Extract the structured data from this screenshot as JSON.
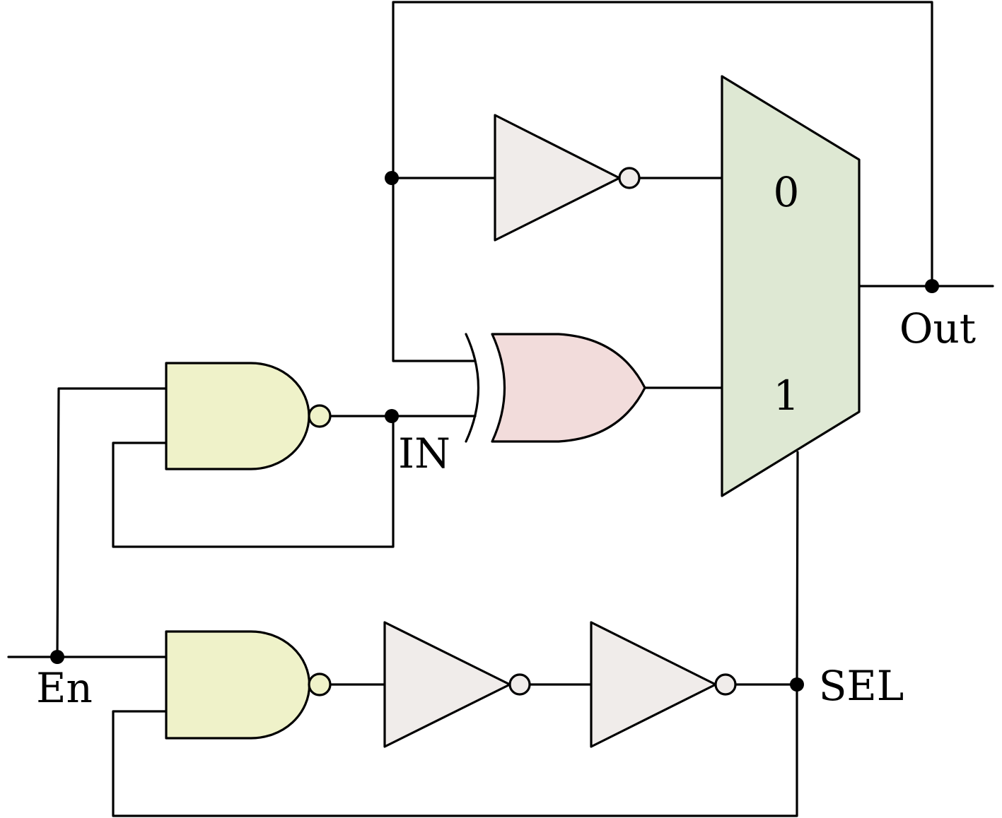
{
  "labels": {
    "input": "IN",
    "enable": "En",
    "select": "SEL",
    "output": "Out",
    "mux_input_0": "0",
    "mux_input_1": "1"
  },
  "components": [
    {
      "kind": "nand",
      "count": 2
    },
    {
      "kind": "not",
      "count": 3
    },
    {
      "kind": "xor",
      "count": 1
    },
    {
      "kind": "mux",
      "count": 1
    }
  ],
  "colors": {
    "nand_fill": "#eff2c9",
    "not_fill": "#f0ecea",
    "xor_fill": "#f2dcdb",
    "mux_fill": "#dee8d3",
    "stroke": "#000000",
    "background": "#ffffff"
  }
}
